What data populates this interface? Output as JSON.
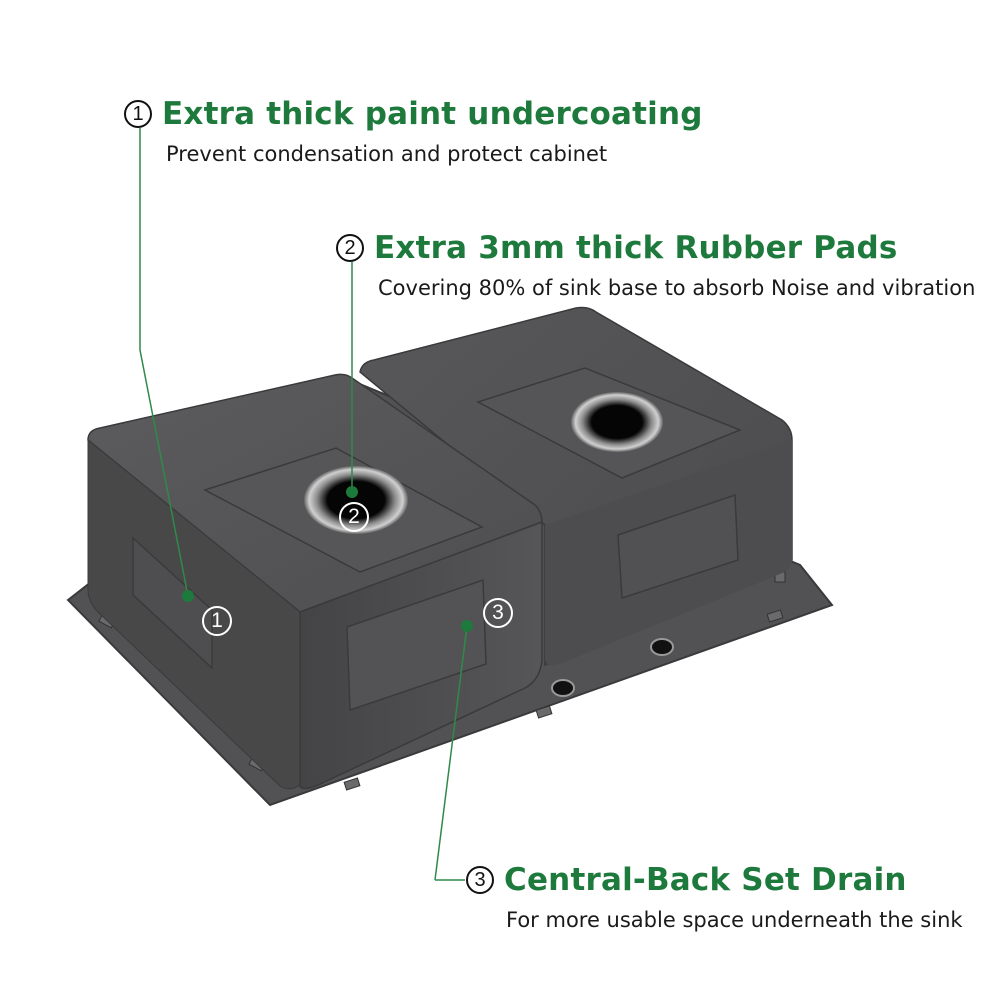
{
  "callouts": [
    {
      "number": "1",
      "title": "Extra thick paint undercoating",
      "description": "Prevent condensation and protect cabinet"
    },
    {
      "number": "2",
      "title": "Extra 3mm thick Rubber Pads",
      "description": "Covering 80% of sink base to absorb Noise and vibration"
    },
    {
      "number": "3",
      "title": "Central-Back Set Drain",
      "description": "For more usable space underneath the sink"
    }
  ],
  "image_markers": [
    "1",
    "2",
    "3"
  ],
  "colors": {
    "title_green": "#1d7a3c",
    "leader_green": "#2f8a4a",
    "sink_dark": "#4a4a4c",
    "sink_mid": "#5a5a5c",
    "flange": "#545456"
  },
  "icons": [
    "circled-number-icon"
  ]
}
